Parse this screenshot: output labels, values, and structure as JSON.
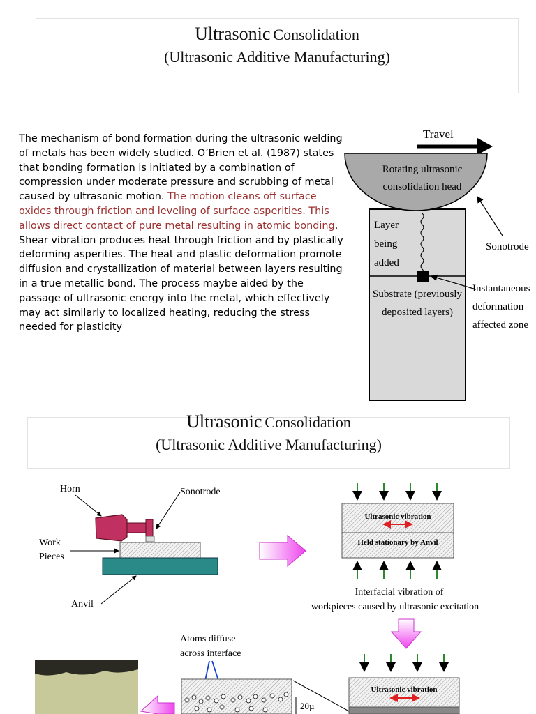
{
  "slide1": {
    "title_word1": "Ultrasonic",
    "title_word2": "Consolidation",
    "subtitle": "(Ultrasonic Additive Manufacturing)",
    "paragraph_part1": "The mechanism of bond formation during the ultrasonic welding of metals has been widely studied. O’Brien et al. (1987) states that bonding formation is initiated by a combination of compression under moderate pressure and scrubbing of metal caused by ultrasonic motion. ",
    "paragraph_highlight": "The motion cleans off surface oxides through friction and leveling of surface asperities. This allows direct contact of pure metal resulting in atomic bonding",
    "paragraph_part2": ". Shear vibration produces heat through friction and by plastically deforming asperities. The heat and plastic deformation promote diffusion and crystallization of material between layers resulting in a true metallic bond. The process maybe aided by the passage of ultrasonic energy into the metal, which effectively may act similarly to localized heating, reducing the stress needed for plasticity",
    "diagram": {
      "travel": "Travel",
      "head_line1": "Rotating ultrasonic",
      "head_line2": "consolidation head",
      "sonotrode": "Sonotrode",
      "layer_line1": "Layer",
      "layer_line2": "being",
      "layer_line3": "added",
      "substrate_line1": "Substrate (previously",
      "substrate_line2": "deposited layers)",
      "zone_line1": "Instantaneous",
      "zone_line2": "deformation",
      "zone_line3": "affected zone"
    }
  },
  "slide2": {
    "title_word1": "Ultrasonic",
    "title_word2": "Consolidation",
    "subtitle": "(Ultrasonic Additive Manufacturing)",
    "diagram": {
      "horn": "Horn",
      "sonotrode": "Sonotrode",
      "work_line1": "Work",
      "work_line2": "Pieces",
      "anvil": "Anvil",
      "vibration": "Ultrasonic vibration",
      "held": "Held stationary by Anvil",
      "caption_line1": "Interfacial vibration of",
      "caption_line2": "workpieces caused by ultrasonic excitation",
      "atoms_line1": "Atoms diffuse",
      "atoms_line2": "across interface",
      "scale": "20µ",
      "vibration2": "Ultrasonic vibration"
    }
  },
  "colors": {
    "head_fill": "#a9a9a9",
    "highlight_text": "#9b3030",
    "arrow_magenta": "#ee44ee",
    "green_arrow": "#2b8a2b",
    "anvil": "#2a8a87",
    "horn": "#c03060"
  }
}
